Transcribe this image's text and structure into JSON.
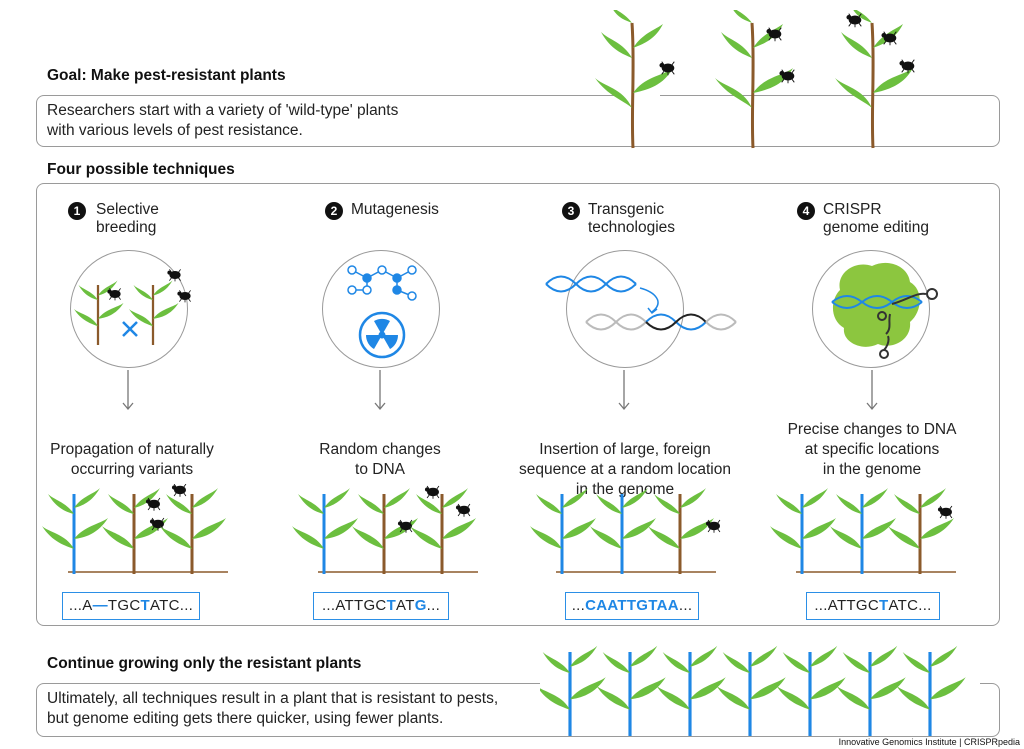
{
  "goal": {
    "heading": "Goal: Make pest-resistant plants",
    "line1": "Researchers start with a variety of 'wild-type' plants",
    "line2": "with various levels of pest resistance."
  },
  "techniques_heading": "Four possible techniques",
  "techniques": [
    {
      "number": "1",
      "title1": "Selective",
      "title2": "breeding",
      "result1": "Propagation of naturally",
      "result2": "occurring variants",
      "result3": "",
      "dna_pre": "...A",
      "dna_mid1": "—",
      "dna_mid2": "TGC",
      "dna_hl": "T",
      "dna_post": "ATC..."
    },
    {
      "number": "2",
      "title1": "Mutagenesis",
      "title2": "",
      "result1": "Random changes",
      "result2": "to DNA",
      "result3": "",
      "dna_pre": "...ATTGC",
      "dna_hl": "T",
      "dna_mid": "AT",
      "dna_hl2": "G",
      "dna_post": "..."
    },
    {
      "number": "3",
      "title1": "Transgenic",
      "title2": "technologies",
      "result1": "Insertion of large, foreign",
      "result2": "sequence at a random location",
      "result3": "in the genome",
      "dna_pre": "...",
      "dna_hl": "CAATTGTAA",
      "dna_post": "..."
    },
    {
      "number": "4",
      "title1": "CRISPR",
      "title2": "genome editing",
      "result1": "Precise changes to DNA",
      "result2": "at specific locations",
      "result3": "in the genome",
      "dna_pre": "...ATTGC",
      "dna_hl": "T",
      "dna_post": "ATC..."
    }
  ],
  "continue": {
    "heading": "Continue growing only the resistant plants",
    "line1": "Ultimately, all techniques result in a plant that is resistant to pests,",
    "line2": "but genome editing gets there quicker, using fewer plants."
  },
  "footer": "Innovative Genomics Institute | CRISPRpedia",
  "colors": {
    "blue": "#1f87e5",
    "stem_brown": "#8b5a2b",
    "leaf_green": "#6cbf3f",
    "box_border": "#9a9a9a",
    "protein_green": "#8cc63f"
  }
}
